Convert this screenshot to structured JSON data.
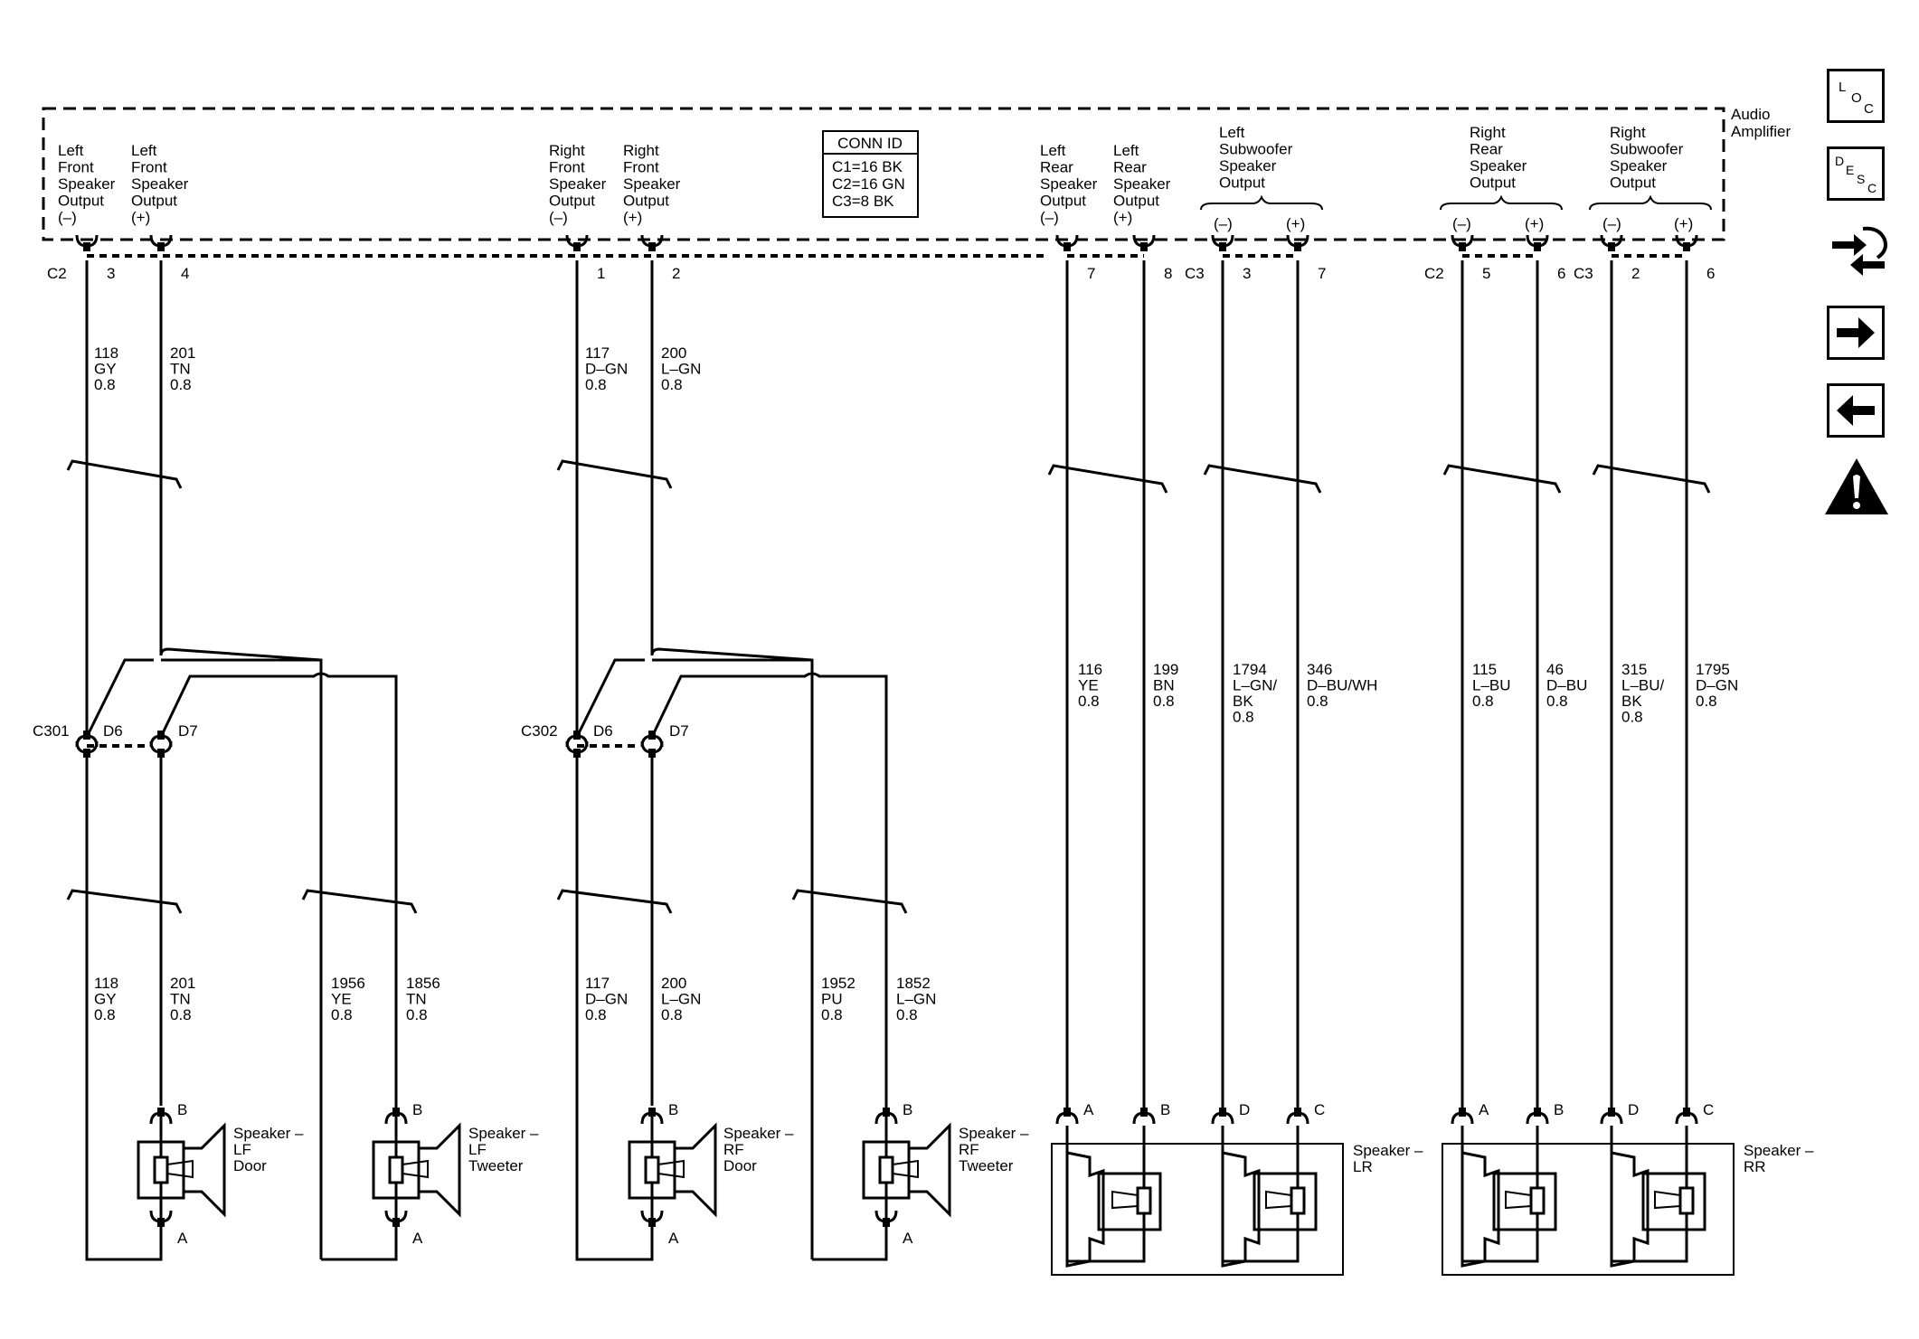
{
  "module": {
    "line1": "Audio",
    "line2": "Amplifier"
  },
  "conn_id": {
    "title": "CONN ID",
    "rows": [
      "C1=16 BK",
      "C2=16 GN",
      "C3=8 BK"
    ]
  },
  "outputs": [
    {
      "lines": [
        "Left",
        "Front",
        "Speaker",
        "Output",
        "(–)"
      ]
    },
    {
      "lines": [
        "Left",
        "Front",
        "Speaker",
        "Output",
        "(+)"
      ]
    },
    {
      "lines": [
        "Right",
        "Front",
        "Speaker",
        "Output",
        "(–)"
      ]
    },
    {
      "lines": [
        "Right",
        "Front",
        "Speaker",
        "Output",
        "(+)"
      ]
    },
    {
      "lines": [
        "Left",
        "Rear",
        "Speaker",
        "Output",
        "(–)"
      ]
    },
    {
      "lines": [
        "Left",
        "Rear",
        "Speaker",
        "Output",
        "(+)"
      ]
    }
  ],
  "group_outputs": [
    {
      "lines": [
        "Left",
        "Subwoofer",
        "Speaker",
        "Output"
      ],
      "minus": "(–)",
      "plus": "(+)"
    },
    {
      "lines": [
        "Right",
        "Rear",
        "Speaker",
        "Output"
      ],
      "minus": "(–)",
      "plus": "(+)"
    },
    {
      "lines": [
        "Right",
        "Subwoofer",
        "Speaker",
        "Output"
      ],
      "minus": "(–)",
      "plus": "(+)"
    }
  ],
  "connector_labels": [
    "C2",
    "C3",
    "C2",
    "C3"
  ],
  "pins": [
    "3",
    "4",
    "1",
    "2",
    "7",
    "8",
    "3",
    "7",
    "5",
    "6",
    "2",
    "6"
  ],
  "wires_upper": [
    {
      "lines": [
        "118",
        "GY",
        "0.8"
      ]
    },
    {
      "lines": [
        "201",
        "TN",
        "0.8"
      ]
    },
    {
      "lines": [
        "117",
        "D–GN",
        "0.8"
      ]
    },
    {
      "lines": [
        "200",
        "L–GN",
        "0.8"
      ]
    }
  ],
  "wires_rear": [
    {
      "lines": [
        "116",
        "YE",
        "0.8"
      ]
    },
    {
      "lines": [
        "199",
        "BN",
        "0.8"
      ]
    },
    {
      "lines": [
        "1794",
        "L–GN/",
        "BK",
        "0.8"
      ]
    },
    {
      "lines": [
        "346",
        "D–BU/WH",
        "0.8"
      ]
    },
    {
      "lines": [
        "115",
        "L–BU",
        "0.8"
      ]
    },
    {
      "lines": [
        "46",
        "D–BU",
        "0.8"
      ]
    },
    {
      "lines": [
        "315",
        "L–BU/",
        "BK",
        "0.8"
      ]
    },
    {
      "lines": [
        "1795",
        "D–GN",
        "0.8"
      ]
    }
  ],
  "inline_connectors": [
    {
      "name": "C301",
      "pin_a": "D6",
      "pin_b": "D7"
    },
    {
      "name": "C302",
      "pin_a": "D6",
      "pin_b": "D7"
    }
  ],
  "wires_lower": [
    {
      "lines": [
        "118",
        "GY",
        "0.8"
      ]
    },
    {
      "lines": [
        "201",
        "TN",
        "0.8"
      ]
    },
    {
      "lines": [
        "1956",
        "YE",
        "0.8"
      ]
    },
    {
      "lines": [
        "1856",
        "TN",
        "0.8"
      ]
    },
    {
      "lines": [
        "117",
        "D–GN",
        "0.8"
      ]
    },
    {
      "lines": [
        "200",
        "L–GN",
        "0.8"
      ]
    },
    {
      "lines": [
        "1952",
        "PU",
        "0.8"
      ]
    },
    {
      "lines": [
        "1852",
        "L–GN",
        "0.8"
      ]
    }
  ],
  "front_speakers": [
    {
      "lines": [
        "Speaker –",
        "LF",
        "Door"
      ],
      "top_pin": "B",
      "bottom_pin": "A"
    },
    {
      "lines": [
        "Speaker –",
        "LF",
        "Tweeter"
      ],
      "top_pin": "B",
      "bottom_pin": "A"
    },
    {
      "lines": [
        "Speaker –",
        "RF",
        "Door"
      ],
      "top_pin": "B",
      "bottom_pin": "A"
    },
    {
      "lines": [
        "Speaker –",
        "RF",
        "Tweeter"
      ],
      "top_pin": "B",
      "bottom_pin": "A"
    }
  ],
  "rear_speakers": [
    {
      "lines": [
        "Speaker –",
        "LR"
      ],
      "pins": [
        "A",
        "B",
        "D",
        "C"
      ]
    },
    {
      "lines": [
        "Speaker –",
        "RR"
      ],
      "pins": [
        "A",
        "B",
        "D",
        "C"
      ]
    }
  ],
  "nav": {
    "loc": [
      "L",
      "O",
      "C"
    ],
    "desc": [
      "D",
      "E",
      "S",
      "C"
    ]
  }
}
